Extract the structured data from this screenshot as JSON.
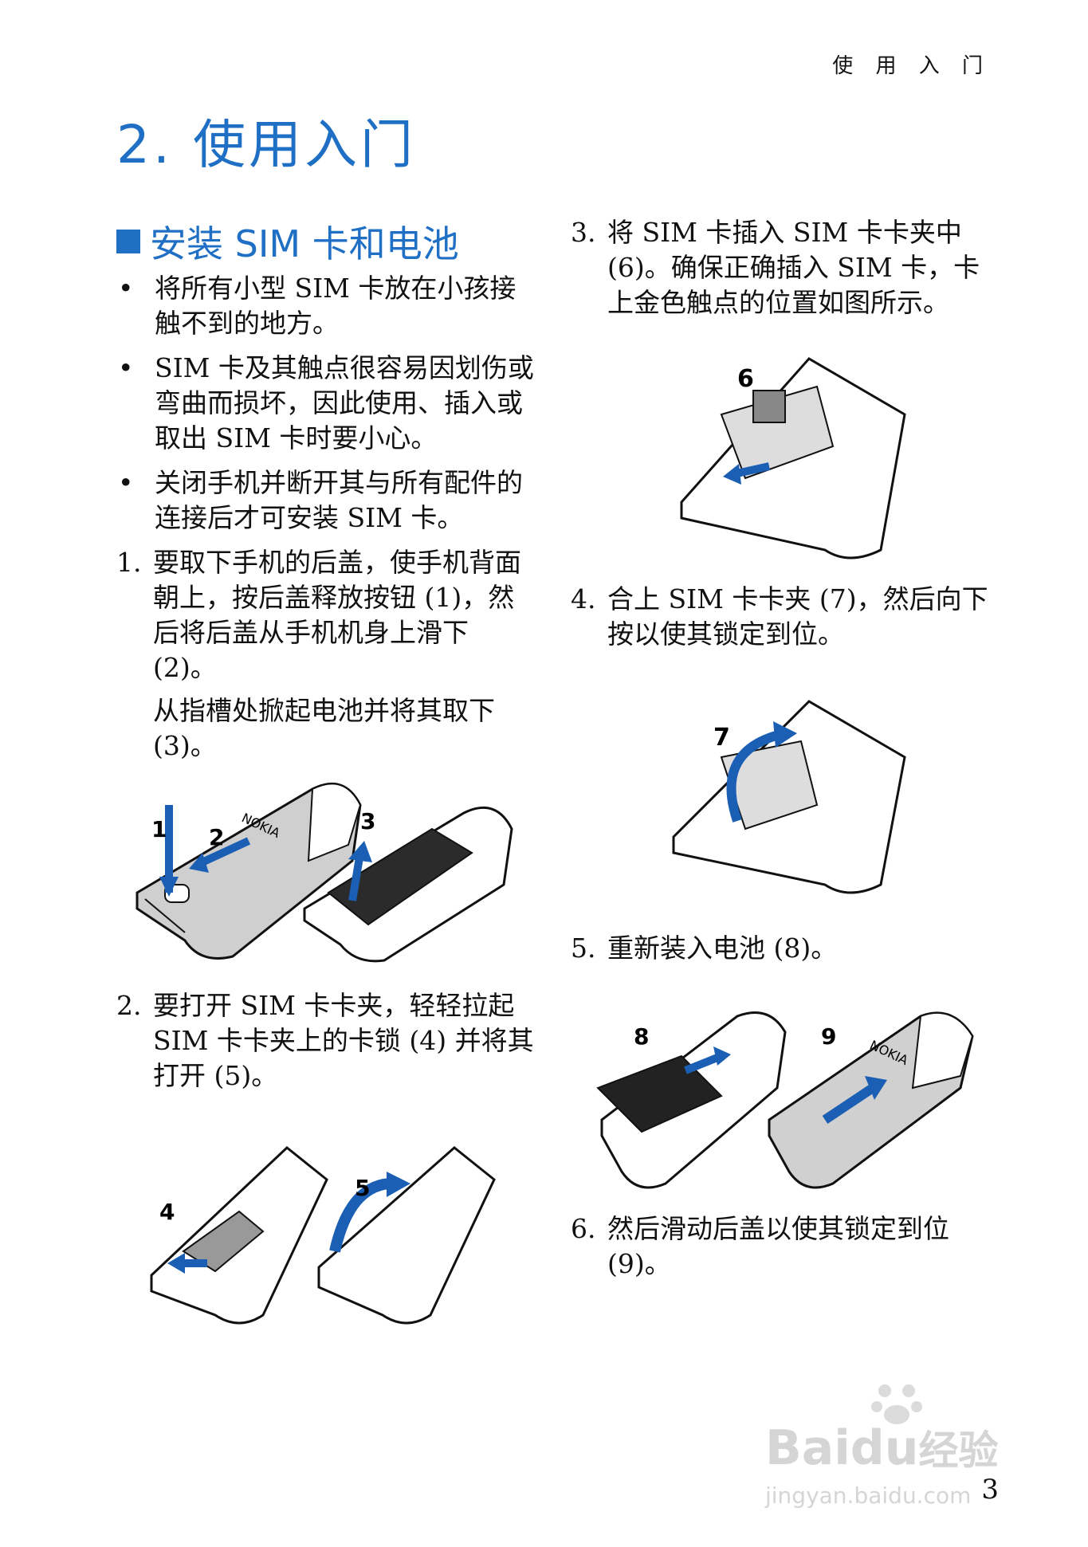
{
  "header": {
    "running": "使 用 入 门"
  },
  "chapter": {
    "title": "2.  使用入门"
  },
  "section": {
    "title": "安装 SIM 卡和电池"
  },
  "left": {
    "bullets": [
      "将所有小型 SIM 卡放在小孩接触不到的地方。",
      "SIM 卡及其触点很容易因划伤或弯曲而损坏，因此使用、插入或取出 SIM 卡时要小心。",
      "关闭手机并断开其与所有配件的连接后才可安装 SIM 卡。"
    ],
    "steps": [
      {
        "num": "1.",
        "text": "要取下手机的后盖，使手机背面朝上，按后盖释放按钮 (1)，然后将后盖从手机机身上滑下 (2)。",
        "extra": "从指槽处掀起电池并将其取下 (3)。"
      },
      {
        "num": "2.",
        "text": "要打开 SIM 卡卡夹，轻轻拉起 SIM 卡卡夹上的卡锁 (4) 并将其打开 (5)。"
      }
    ]
  },
  "right": {
    "steps": [
      {
        "num": "3.",
        "text": "将 SIM 卡插入 SIM 卡卡夹中 (6)。确保正确插入 SIM 卡，卡上金色触点的位置如图所示。"
      },
      {
        "num": "4.",
        "text": "合上 SIM 卡卡夹 (7)，然后向下按以使其锁定到位。"
      },
      {
        "num": "5.",
        "text": "重新装入电池 (8)。"
      },
      {
        "num": "6.",
        "text": "然后滑动后盖以使其锁定到位 (9)。"
      }
    ]
  },
  "figures": {
    "fig1": {
      "labels": [
        "1",
        "2",
        "3"
      ],
      "logo": "NOKIA"
    },
    "fig2": {
      "labels": [
        "4",
        "5"
      ]
    },
    "fig3": {
      "labels": [
        "6"
      ]
    },
    "fig4": {
      "labels": [
        "7"
      ]
    },
    "fig5": {
      "labels": [
        "8",
        "9"
      ],
      "logo": "NOKIA"
    }
  },
  "watermark": {
    "brand": "Bai",
    "brand2": "du",
    "suffix": "经验",
    "url": "jingyan.baidu.com"
  },
  "page": {
    "number": "3"
  },
  "colors": {
    "accent": "#1f6fc5",
    "arrow": "#1a5fb4"
  }
}
